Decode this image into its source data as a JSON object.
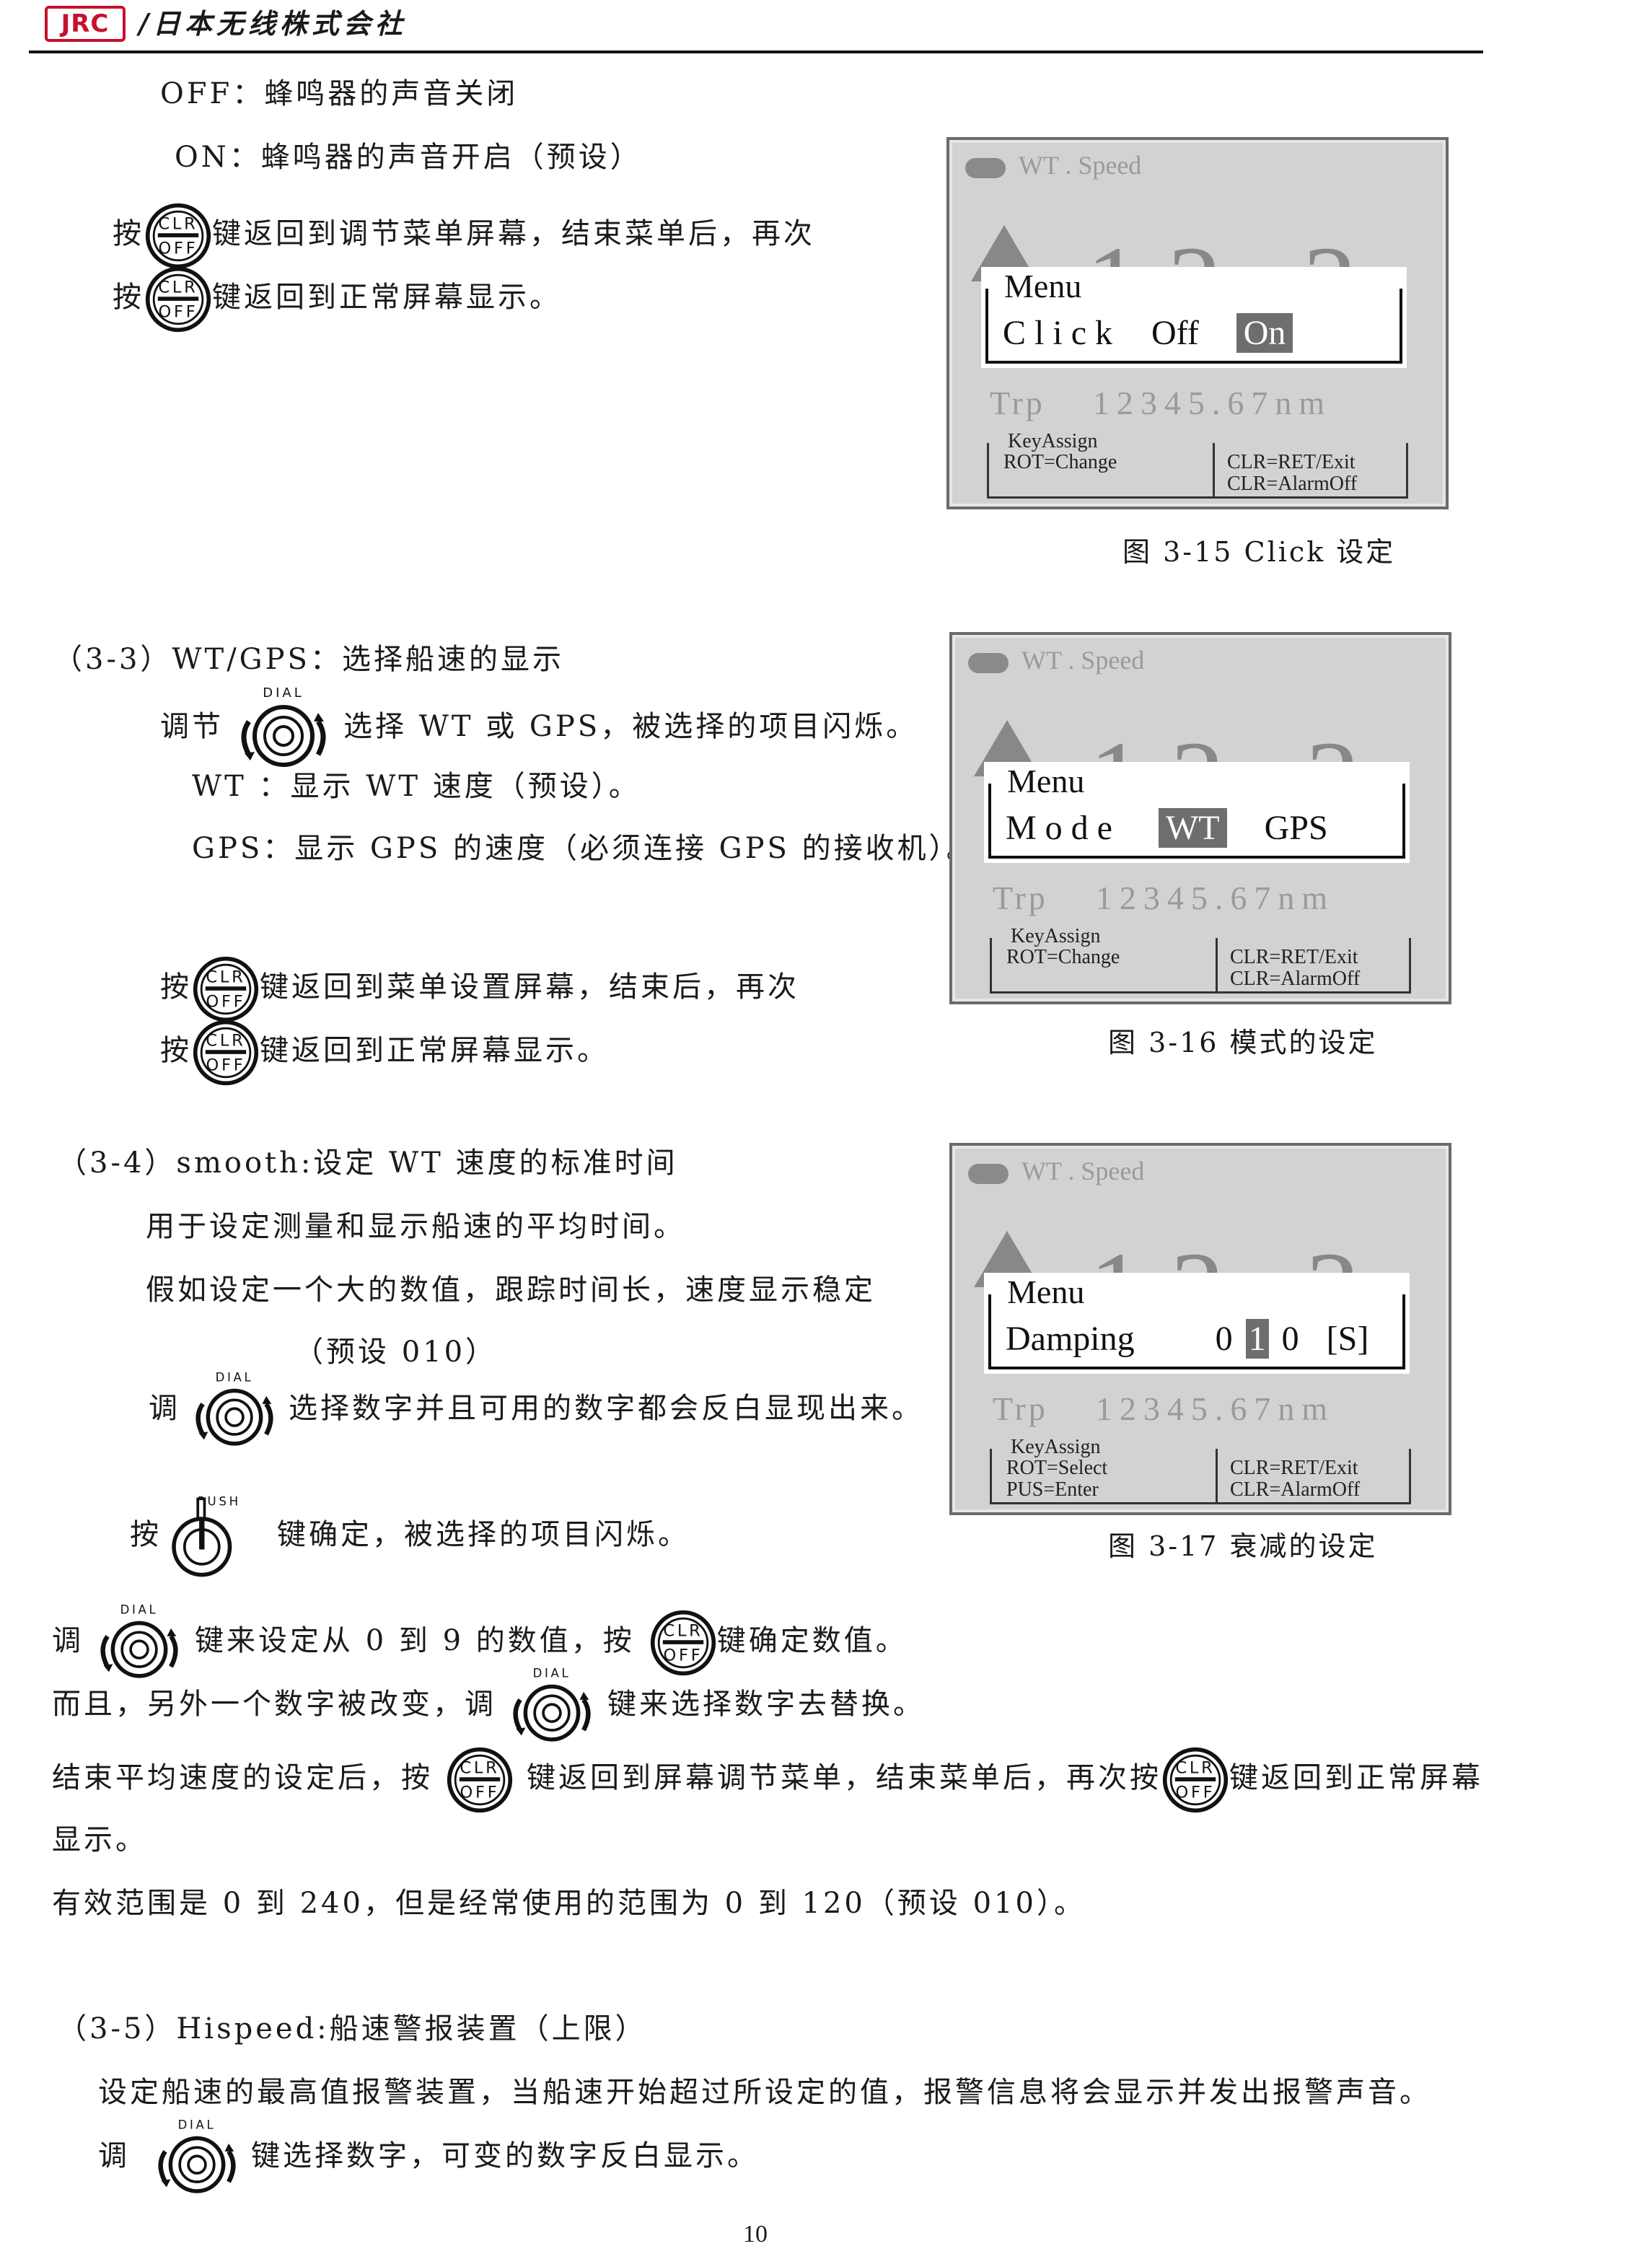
{
  "header": {
    "logo": "JRC",
    "company": "/日本无线株式会社"
  },
  "click_section": {
    "off_line": "OFF：蜂鸣器的声音关闭",
    "on_line": "ON：蜂鸣器的声音开启（预设）",
    "press1_prefix": "按",
    "press1_text": "键返回到调节菜单屏幕，结束菜单后，再次",
    "press2_prefix": "按",
    "press2_text": "键返回到正常屏幕显示。"
  },
  "fig315": {
    "caption": "图 3-15 Click 设定",
    "status": "WT . Speed",
    "menu_title": "Menu",
    "row_label": "Click",
    "opt_off": "Off",
    "opt_on": "On",
    "trp_label": "Trp",
    "trp_value": "12345.67nm",
    "key_title": "KeyAssign",
    "key_left": "ROT=Change",
    "key_right_1": "CLR=RET/Exit",
    "key_right_2": "CLR=AlarmOff"
  },
  "mode_section": {
    "heading": "（3-3）WT/GPS：选择船速的显示",
    "adjust_prefix": "调节",
    "adjust_text": "选择 WT 或 GPS，被选择的项目闪烁。",
    "wt_line": "WT  ：显示 WT 速度（预设）。",
    "gps_line": "GPS：显示 GPS 的速度（必须连接 GPS 的接收机）。",
    "press1_prefix": "按",
    "press1_text": "键返回到菜单设置屏幕，结束后，再次",
    "press2_prefix": "按",
    "press2_text": "键返回到正常屏幕显示。"
  },
  "fig316": {
    "caption": "图 3-16  模式的设定",
    "status": "WT . Speed",
    "menu_title": "Menu",
    "row_label": "Mode",
    "opt_wt": "WT",
    "opt_gps": "GPS",
    "trp_label": "Trp",
    "trp_value": "12345.67nm",
    "key_title": "KeyAssign",
    "key_left": "ROT=Change",
    "key_right_1": "CLR=RET/Exit",
    "key_right_2": "CLR=AlarmOff"
  },
  "smooth_section": {
    "heading": "（3-4）smooth:设定 WT 速度的标准时间",
    "line1": "用于设定测量和显示船速的平均时间。",
    "line2": "假如设定一个大的数值，跟踪时间长，速度显示稳定",
    "line3": "（预设 010）",
    "adjust_prefix": "调",
    "adjust_text": "选择数字并且可用的数字都会反白显现出来。",
    "push_prefix": "按",
    "push_text": "键确定，被选择的项目闪烁。"
  },
  "fig317": {
    "caption": "图 3-17 衰减的设定",
    "status": "WT . Speed",
    "menu_title": "Menu",
    "row_label": "Damping",
    "digit1": "0",
    "digit2": "1",
    "digit3": "0",
    "unit": "[S]",
    "trp_label": "Trp",
    "trp_value": "12345.67nm",
    "key_title": "KeyAssign",
    "key_left_1": "ROT=Select",
    "key_left_2": "PUS=Enter",
    "key_right_1": "CLR=RET/Exit",
    "key_right_2": "CLR=AlarmOff"
  },
  "body": {
    "l1_a": "调",
    "l1_b": "键来设定从 0 到 9 的数值，按",
    "l1_c": "键确定数值。",
    "l2_a": "而且，另外一个数字被改变，调",
    "l2_b": "键来选择数字去替换。",
    "l3_a": "结束平均速度的设定后，按",
    "l3_b": "键返回到屏幕调节菜单，结束菜单后，再次按",
    "l3_c": "键返回到正常屏幕",
    "l4": "显示。",
    "l5": "有效范围是 0 到 240，但是经常使用的范围为 0 到 120（预设 010）。"
  },
  "hispeed_section": {
    "heading": "（3-5）Hispeed:船速警报装置（上限）",
    "line1": "设定船速的最高值报警装置，当船速开始超过所设定的值，报警信息将会显示并发出报警声音。",
    "adjust_prefix": "调",
    "adjust_text": "键选择数字，可变的数字反白显示。"
  },
  "footer": {
    "page_number": "10"
  },
  "icons": {
    "clr": "clr-off-key-icon",
    "dial": "dial-knob-icon",
    "push": "push-knob-icon"
  },
  "key_labels": {
    "clr_top": "CLR",
    "clr_bottom": "OFF",
    "dial": "DIAL",
    "push": "PUSH"
  }
}
